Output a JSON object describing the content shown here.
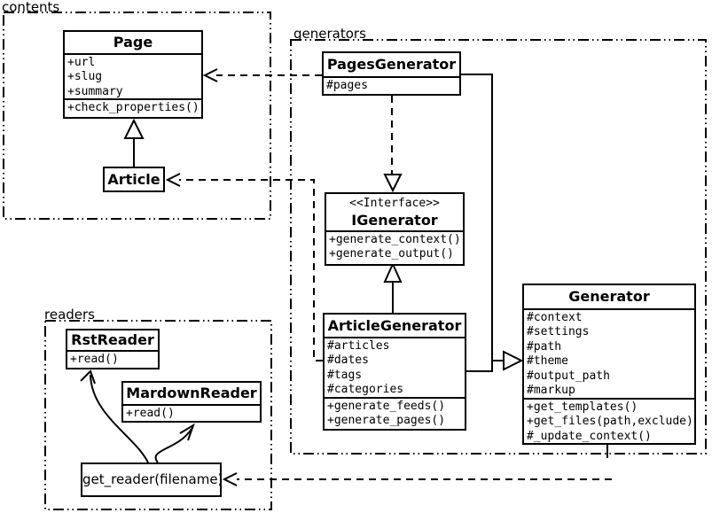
{
  "packages": {
    "contents": {
      "label": "contents"
    },
    "generators": {
      "label": "generators"
    },
    "readers": {
      "label": "readers"
    }
  },
  "classes": {
    "page": {
      "name": "Page",
      "attributes": [
        "+url",
        "+slug",
        "+summary"
      ],
      "methods": [
        "+check_properties()"
      ]
    },
    "article": {
      "name": "Article"
    },
    "pages_generator": {
      "name": "PagesGenerator",
      "attributes": [
        "#pages"
      ]
    },
    "igenerator": {
      "stereotype": "<<Interface>>",
      "name": "IGenerator",
      "methods": [
        "+generate_context()",
        "+generate_output()"
      ]
    },
    "article_generator": {
      "name": "ArticleGenerator",
      "attributes": [
        "#articles",
        "#dates",
        "#tags",
        "#categories"
      ],
      "methods": [
        "+generate_feeds()",
        "+generate_pages()"
      ]
    },
    "generator": {
      "name": "Generator",
      "attributes": [
        "#context",
        "#settings",
        "#path",
        "#theme",
        "#output_path",
        "#markup"
      ],
      "methods": [
        "+get_templates()",
        "+get_files(path,exclude)",
        "#_update_context()"
      ]
    },
    "rst_reader": {
      "name": "RstReader",
      "methods": [
        "+read()"
      ]
    },
    "mardown_reader": {
      "name": "MardownReader",
      "methods": [
        "+read()"
      ]
    },
    "get_reader": {
      "name": "get_reader(filename)"
    }
  },
  "relationships": [
    {
      "from": "Article",
      "to": "Page",
      "type": "inheritance",
      "line": "solid"
    },
    {
      "from": "PagesGenerator",
      "to": "Page",
      "type": "dependency",
      "line": "dashed"
    },
    {
      "from": "ArticleGenerator",
      "to": "Article",
      "type": "dependency",
      "line": "dashed"
    },
    {
      "from": "PagesGenerator",
      "to": "IGenerator",
      "type": "realization",
      "line": "dashed"
    },
    {
      "from": "ArticleGenerator",
      "to": "IGenerator",
      "type": "inheritance",
      "line": "solid"
    },
    {
      "from": "PagesGenerator",
      "to": "Generator",
      "type": "inheritance",
      "line": "solid"
    },
    {
      "from": "ArticleGenerator",
      "to": "Generator",
      "type": "inheritance",
      "line": "solid"
    },
    {
      "from": "Generator",
      "to": "get_reader(filename)",
      "type": "dependency",
      "line": "dashed"
    },
    {
      "from": "get_reader(filename)",
      "to": "RstReader",
      "type": "arrow",
      "line": "curved-solid"
    },
    {
      "from": "get_reader(filename)",
      "to": "MardownReader",
      "type": "arrow",
      "line": "curved-solid"
    }
  ],
  "colors": {
    "line": "#000000",
    "background": "#ffffff",
    "box_fill": "#ffffff"
  }
}
